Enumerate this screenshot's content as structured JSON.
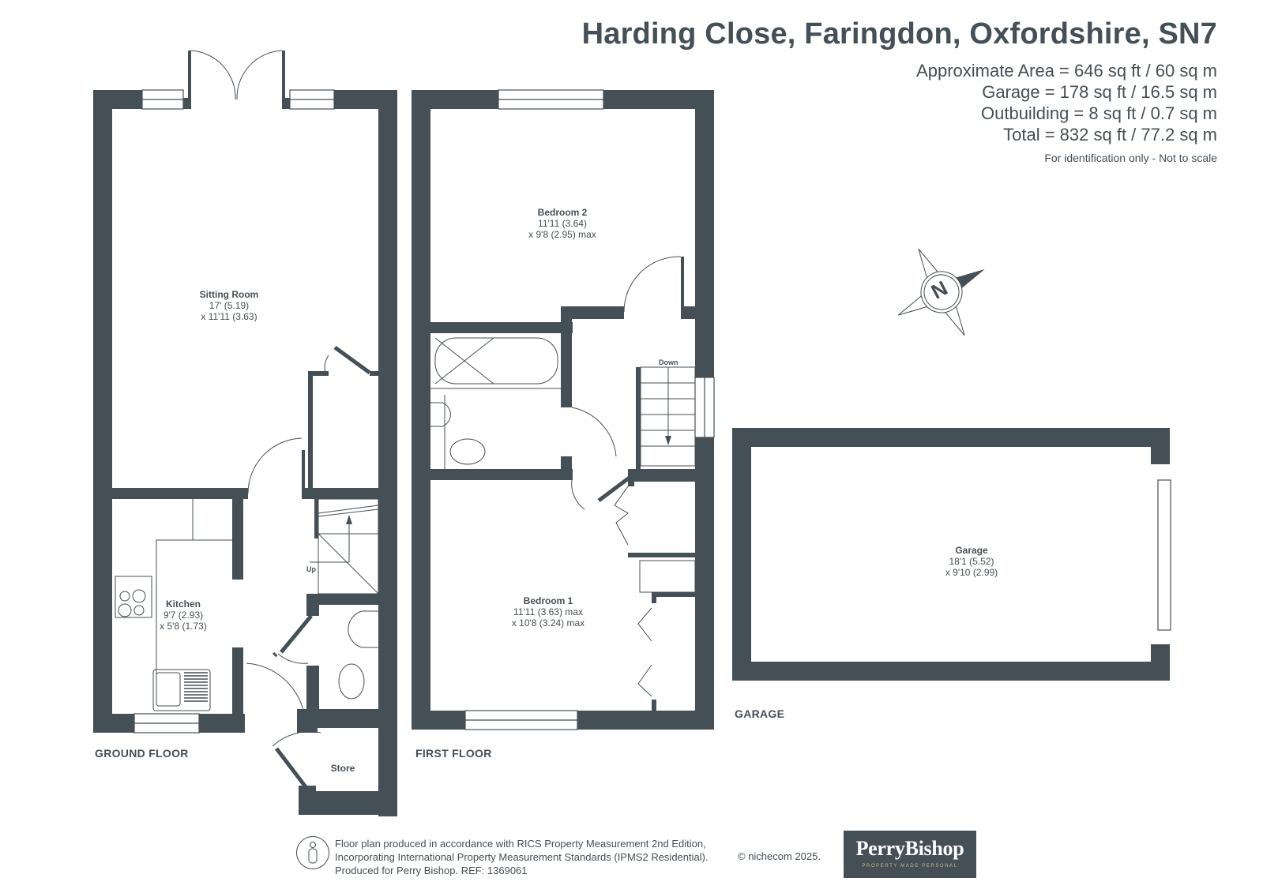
{
  "header": {
    "title": "Harding Close, Faringdon, Oxfordshire, SN7",
    "areas": [
      "Approximate Area = 646 sq ft / 60 sq m",
      "Garage  = 178 sq ft / 16.5 sq m",
      "Outbuilding = 8 sq ft / 0.7 sq m",
      "Total = 832 sq ft / 77.2 sq m"
    ],
    "note": "For identification only - Not to scale"
  },
  "rooms": {
    "sitting_room": {
      "name": "Sitting Room",
      "dim1": "17' (5.19)",
      "dim2": "x 11'11 (3.63)"
    },
    "kitchen": {
      "name": "Kitchen",
      "dim1": "9'7 (2.93)",
      "dim2": "x 5'8 (1.73)"
    },
    "store": {
      "name": "Store"
    },
    "bedroom2": {
      "name": "Bedroom 2",
      "dim1": "11'11 (3.64)",
      "dim2": "x 9'8 (2.95) max"
    },
    "bedroom1": {
      "name": "Bedroom 1",
      "dim1": "11'11 (3.63) max",
      "dim2": "x 10'8 (3.24) max"
    },
    "garage": {
      "name": "Garage",
      "dim1": "18'1 (5.52)",
      "dim2": "x 9'10 (2.99)"
    }
  },
  "stairs": {
    "up": "Up",
    "down": "Down"
  },
  "floors": {
    "ground": "GROUND FLOOR",
    "first": "FIRST FLOOR",
    "garage": "GARAGE"
  },
  "compass": {
    "label": "N"
  },
  "footer": {
    "lines": [
      "Floor plan produced in accordance with RICS Property Measurement 2nd Edition,",
      "Incorporating International Property Measurement Standards (IPMS2 Residential).",
      "Produced for Perry Bishop.   REF: 1369061"
    ],
    "copyright": "© nichecom 2025."
  },
  "logo": {
    "brand": "PerryBishop",
    "tagline": "PROPERTY MADE PERSONAL"
  },
  "colors": {
    "wall": "#454f56",
    "text": "#454f56",
    "logo_tag": "#c9b98a"
  }
}
